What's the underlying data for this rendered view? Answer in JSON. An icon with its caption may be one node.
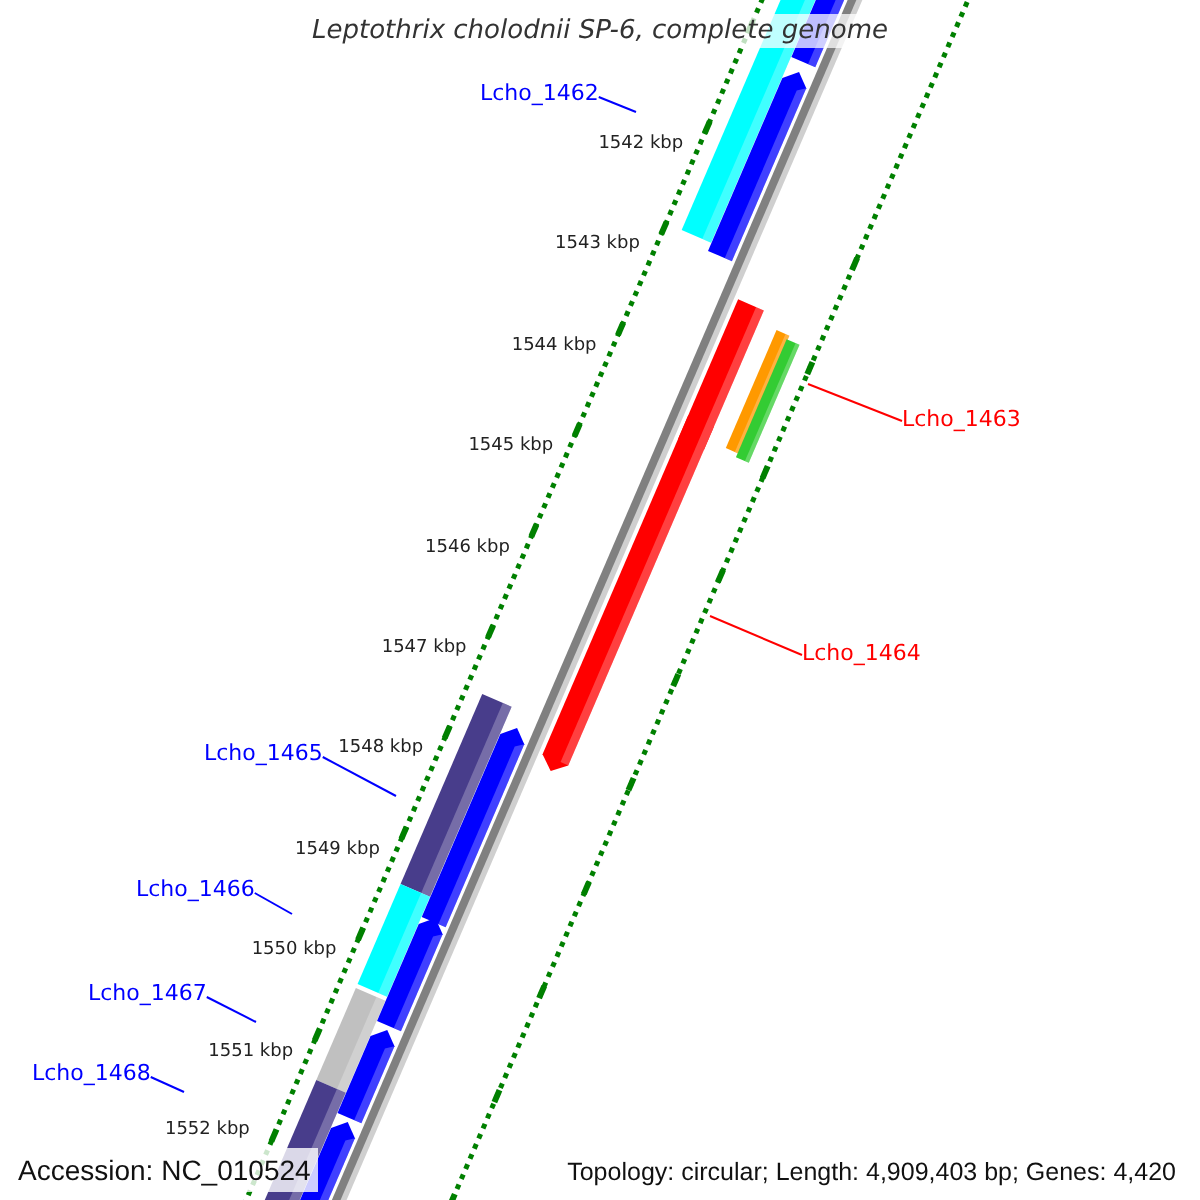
{
  "diagram": {
    "title": "Leptothrix cholodnii SP-6, complete genome",
    "nodes": [
      {
        "text": [
          "Lcho_1462"
        ]
      },
      {
        "text": [
          "Lcho_1463"
        ]
      },
      {
        "text": [
          "Lcho_1464"
        ]
      },
      {
        "text": [
          "Lcho_1465"
        ]
      },
      {
        "text": [
          "Lcho_1466"
        ]
      },
      {
        "text": [
          "Lcho_1467"
        ]
      },
      {
        "text": [
          "Lcho_1468"
        ]
      }
    ],
    "edges": [
      {
        "from": 0,
        "to": null,
        "arrow": "none"
      },
      {
        "from": 1,
        "to": null,
        "arrow": "none",
        "color": "#ff0000"
      },
      {
        "from": 2,
        "to": null,
        "arrow": "none",
        "color": "#ff0000"
      },
      {
        "from": 3,
        "to": null,
        "arrow": "none"
      },
      {
        "from": 4,
        "to": null,
        "arrow": "none"
      },
      {
        "from": 5,
        "to": null,
        "arrow": "none"
      },
      {
        "from": 6,
        "to": null,
        "arrow": "none"
      }
    ],
    "labels": [
      "1542 kbp",
      "1543 kbp",
      "1544 kbp",
      "1545 kbp",
      "1546 kbp",
      "1547 kbp",
      "1548 kbp",
      "1549 kbp",
      "1550 kbp",
      "1551 kbp",
      "1552 kbp",
      "Accession: NC_010524",
      "Topology: circular; Length: 4,909,403 bp; Genes: 4,420"
    ]
  }
}
